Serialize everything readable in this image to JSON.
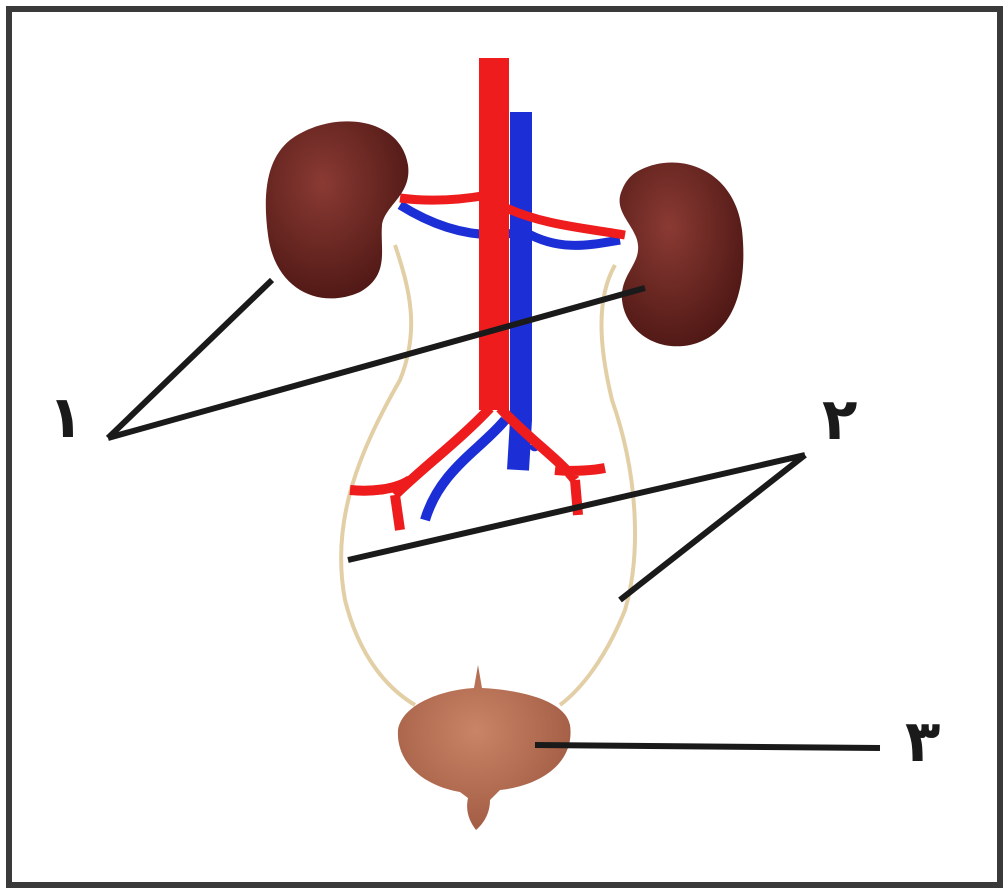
{
  "labels": {
    "kidney": "١",
    "ureter": "٢",
    "bladder": "٣"
  },
  "colors": {
    "artery": "#ee1c1c",
    "vein": "#1c2fd6",
    "kidney": "#6b2420",
    "ureter": "#e3cfa6",
    "bladder": "#b96b50",
    "leader": "#1a1a1a",
    "frame": "#3a3a3a"
  }
}
